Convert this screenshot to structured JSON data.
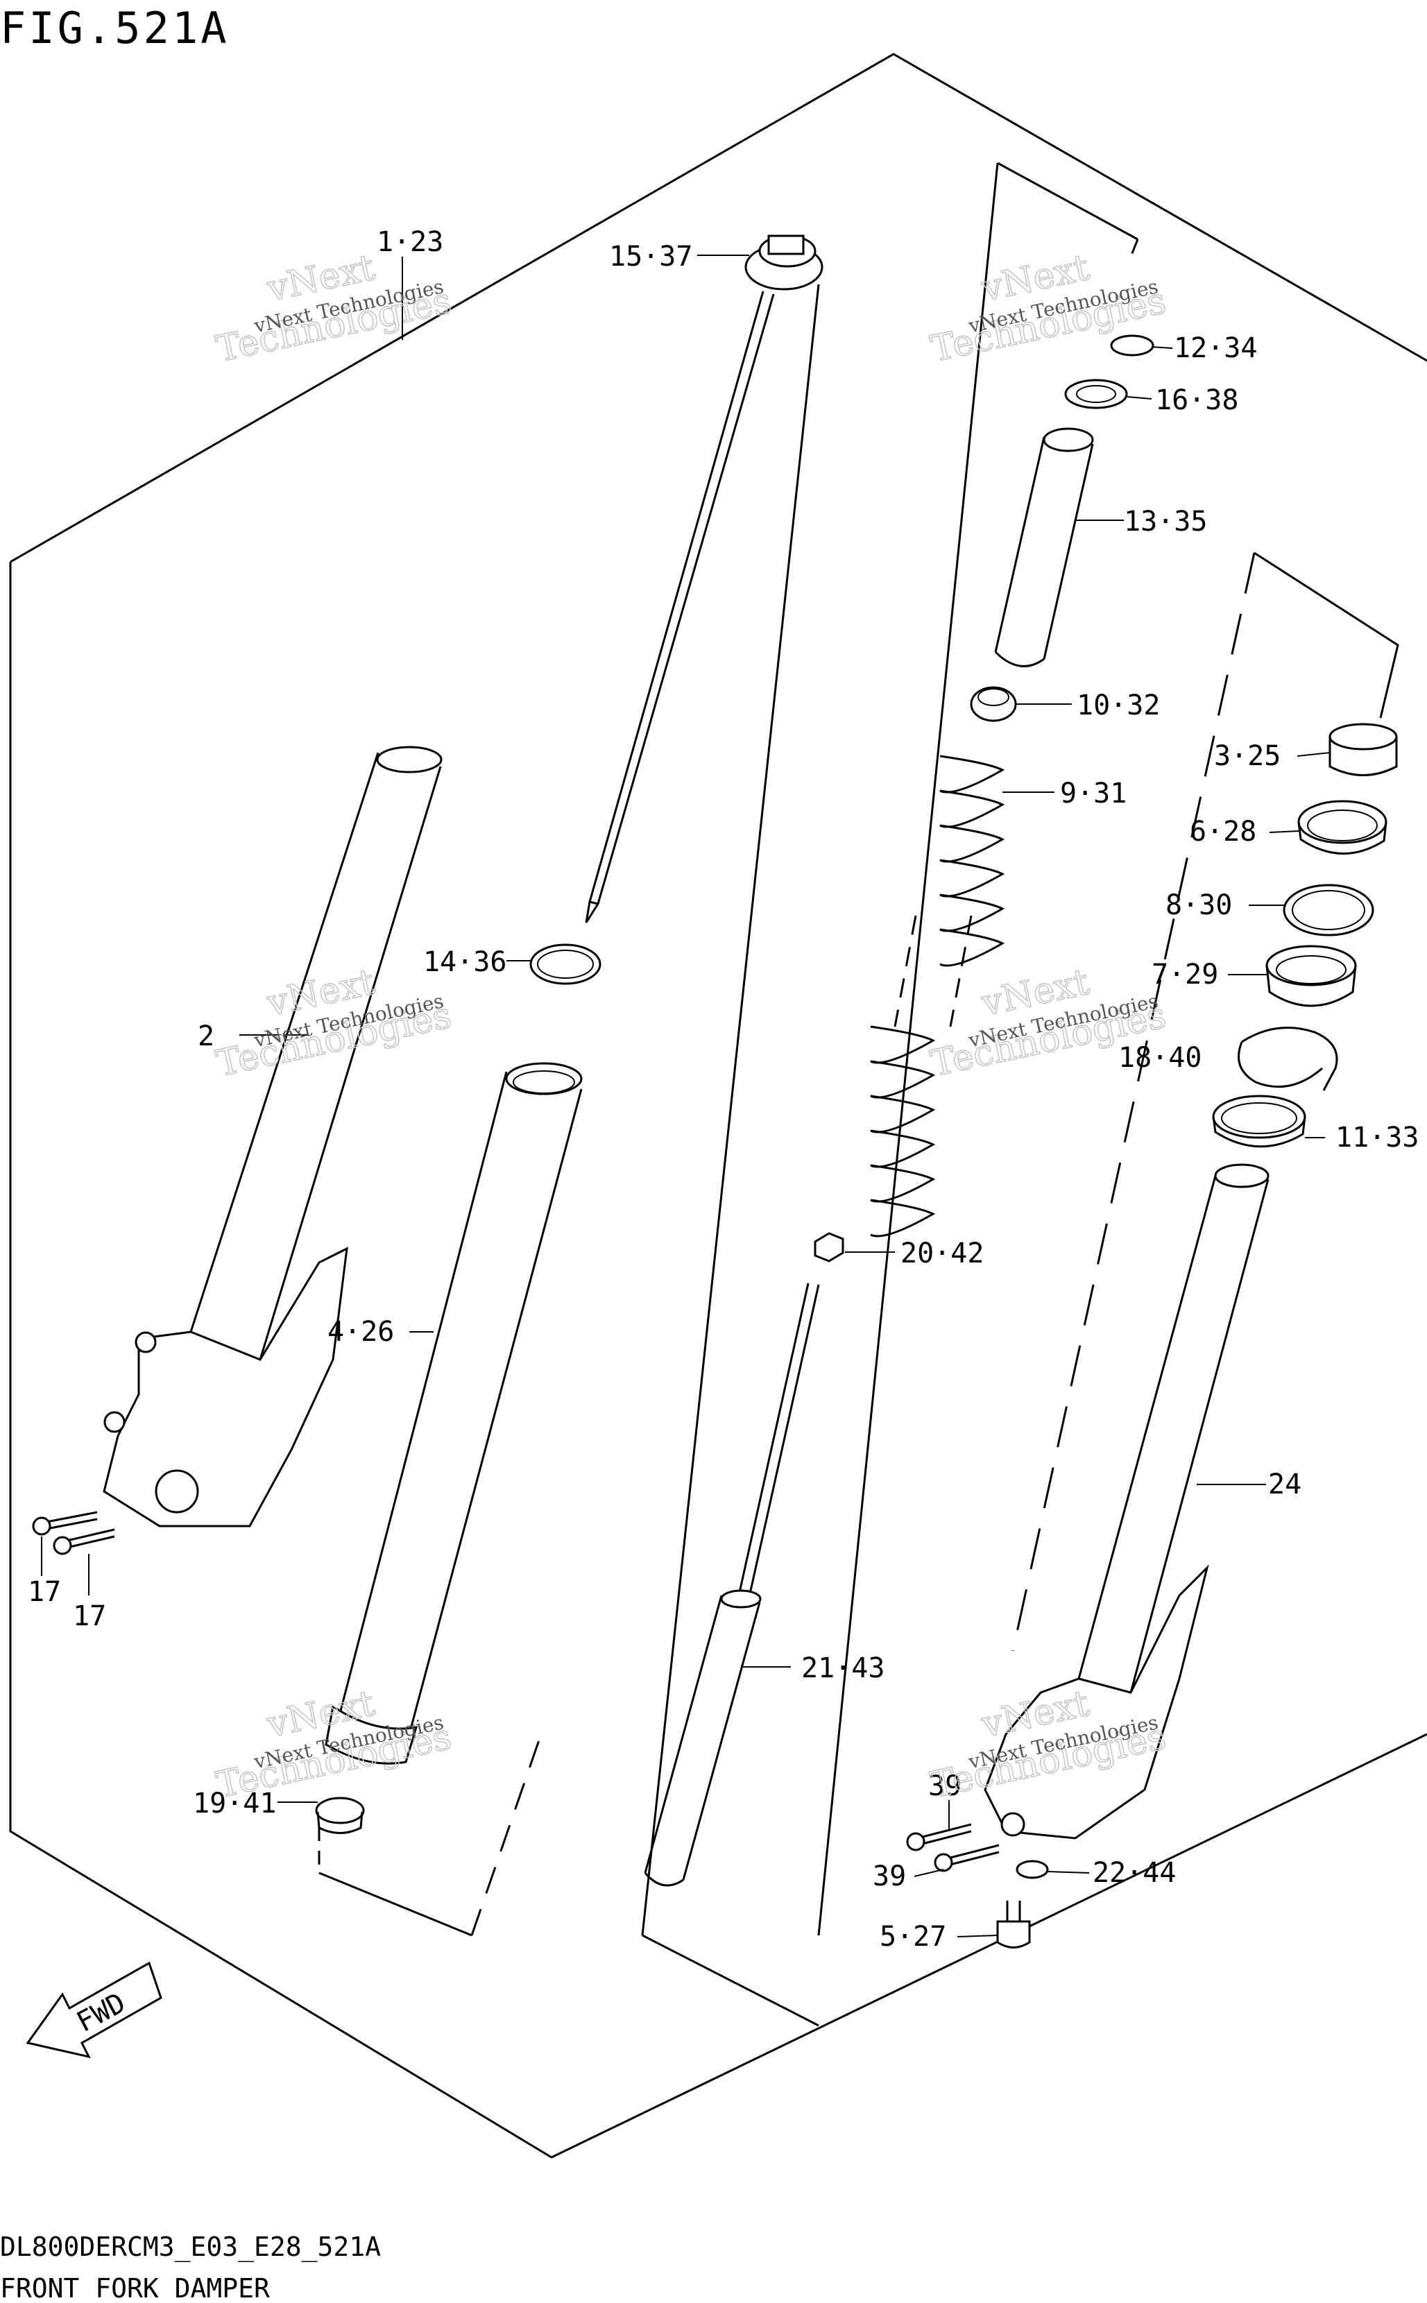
{
  "header": {
    "title": "FIG.521A"
  },
  "footer": {
    "code": "DL800DERCM3_E03_E28_521A",
    "name": "FRONT FORK DAMPER"
  },
  "watermark": {
    "line1": "vNext Technologies",
    "line2": "vNext",
    "line3": "Technologies"
  },
  "callouts": {
    "c1_23": "1·23",
    "c15_37": "15·37",
    "c12_34": "12·34",
    "c16_38": "16·38",
    "c13_35": "13·35",
    "c10_32": "10·32",
    "c9_31": "9·31",
    "c3_25": "3·25",
    "c6_28": "6·28",
    "c8_30": "8·30",
    "c7_29": "7·29",
    "c18_40": "18·40",
    "c11_33": "11·33",
    "c14_36": "14·36",
    "c2": "2",
    "c4_26": "4·26",
    "c20_42": "20·42",
    "c24": "24",
    "c21_43": "21·43",
    "c17a": "17",
    "c17b": "17",
    "c19_41": "19·41",
    "c39a": "39",
    "c39b": "39",
    "c22_44": "22·44",
    "c5_27": "5·27"
  },
  "fwd": {
    "label": "FWD"
  }
}
